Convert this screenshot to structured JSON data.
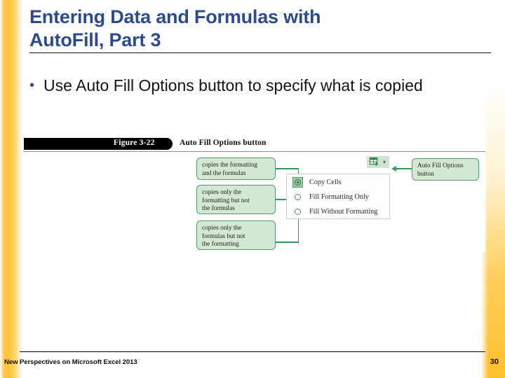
{
  "slide": {
    "title": "Entering Data and Formulas with\nAutoFill, Part 3",
    "title_color": "#2b4b8e",
    "bullets": [
      {
        "marker": "•",
        "text": "Use Auto Fill Options button to specify what is copied"
      }
    ],
    "footer": {
      "text": "New Perspectives on Microsoft Excel 2013",
      "page_number": "30"
    },
    "accent_color": "#ffc23c"
  },
  "figure": {
    "number": "Figure 3-22",
    "caption": "Auto Fill Options button",
    "callouts": [
      {
        "id": "callout-1",
        "text": "copies the formatting\nand the formulas"
      },
      {
        "id": "callout-2",
        "text": "copies only the\nformatting but not\nthe formulas"
      },
      {
        "id": "callout-3",
        "text": "copies only the\nformulas but not\nthe formatting"
      },
      {
        "id": "callout-4",
        "text": "Auto Fill Options\nbutton"
      }
    ],
    "menu": {
      "items": [
        {
          "label": "Copy Cells",
          "selected": true
        },
        {
          "label": "Fill Formatting Only",
          "selected": false
        },
        {
          "label": "Fill Without Formatting",
          "selected": false
        }
      ]
    },
    "icon_button": {
      "name": "auto-fill-options-icon",
      "dropdown_glyph": "▾"
    },
    "connector_color": "#2f9c5c",
    "callout_fill": "#d3e8d3",
    "callout_border": "#4e9c6b"
  }
}
